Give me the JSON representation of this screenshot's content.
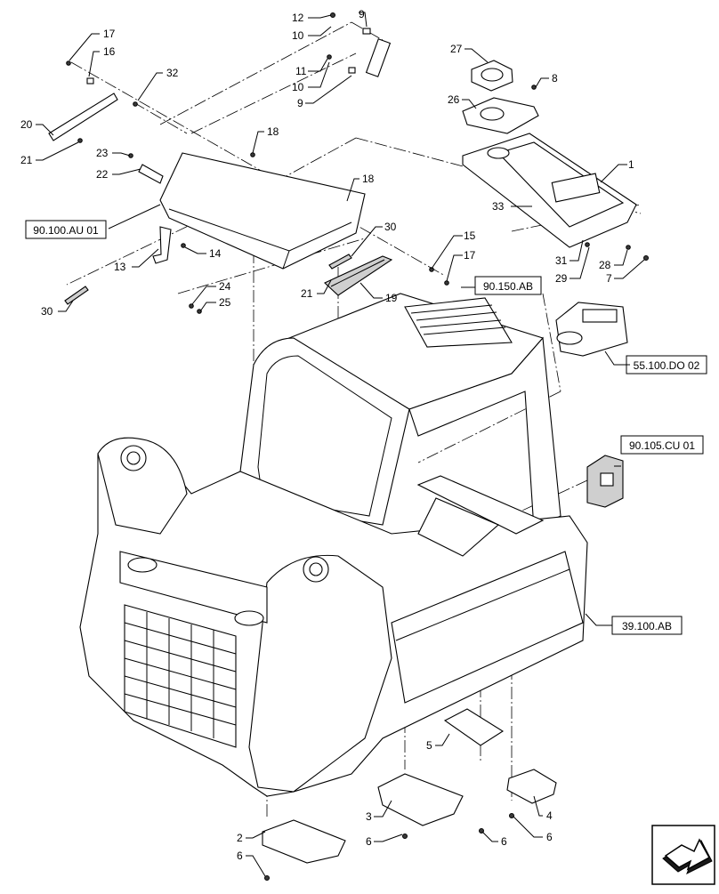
{
  "callouts": [
    "1",
    "2",
    "3",
    "4",
    "5",
    "6",
    "7",
    "8",
    "9",
    "10",
    "11",
    "12",
    "13",
    "14",
    "15",
    "16",
    "17",
    "18",
    "19",
    "20",
    "21",
    "22",
    "23",
    "24",
    "25",
    "26",
    "27",
    "28",
    "29",
    "30",
    "31",
    "32",
    "33"
  ],
  "refs": {
    "r1": "90.100.AU 01",
    "r2": "90.150.AB",
    "r3": "55.100.DO 02",
    "r4": "90.105.CU 01",
    "r5": "39.100.AB"
  },
  "labels": {
    "l17a": "17",
    "l16": "16",
    "l32": "32",
    "l20": "20",
    "l21a": "21",
    "l12": "12",
    "l10a": "10",
    "l9a": "9",
    "l11": "11",
    "l10b": "10",
    "l9b": "9",
    "l27": "27",
    "l8": "8",
    "l26": "26",
    "l1": "1",
    "l33": "33",
    "l18a": "18",
    "l18b": "18",
    "l23": "23",
    "l22": "22",
    "l30a": "30",
    "l15": "15",
    "l17b": "17",
    "l13": "13",
    "l14": "14",
    "l21b": "21",
    "l19": "19",
    "l24": "24",
    "l25": "25",
    "l30b": "30",
    "l31": "31",
    "l29": "29",
    "l28": "28",
    "l7": "7",
    "l5": "5",
    "l3": "3",
    "l4": "4",
    "l2": "2",
    "l6a": "6",
    "l6b": "6",
    "l6c": "6",
    "l6d": "6"
  },
  "nav_icon": "next-page-arrow-icon"
}
